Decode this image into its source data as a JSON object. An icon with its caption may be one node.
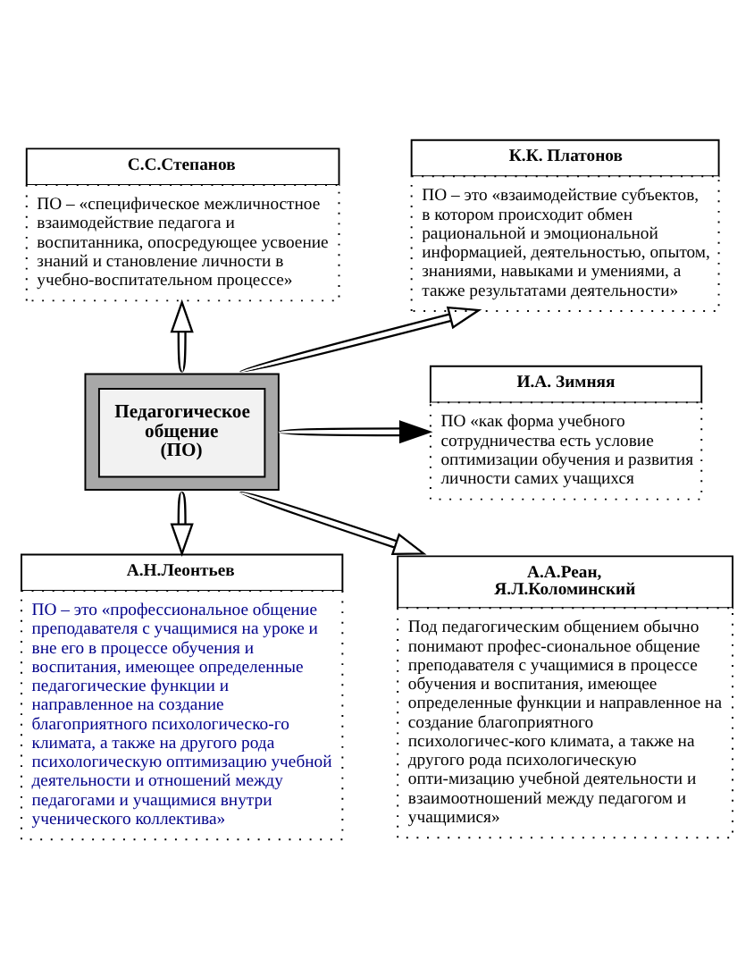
{
  "diagram": {
    "nodes": [
      {
        "text": [
          "С.С.Степанов",
          "ПО – «специфическое межличностное взаимодействие педагога и воспитанника, опосредующее усвоение знаний и становление личности в учебно-воспитательном процессе»"
        ]
      },
      {
        "text": [
          "К.К. Платонов",
          "ПО – это «взаимодействие субъектов, в котором происходит обмен рациональной и эмоциональной информацией, деятельностью, опытом, знаниями, навыками и умениями, а также результатами деятельности»"
        ]
      },
      {
        "text": [
          "Педагогическое общение (ПО)"
        ]
      },
      {
        "text": [
          "И.А. Зимняя",
          "ПО «как форма учебного сотрудничества есть условие оптимизации обучения и развития личности самих учащихся"
        ]
      },
      {
        "text": [
          "А.Н.Леонтьев",
          "ПО – это «профессиональное общение преподавателя с учащимися на уроке и вне его в процессе обучения и воспитания, имеющее определенные педагогические функции и направленное на создание благоприятного психологическо-го климата, а также на другого рода психологическую оптимизацию учебной деятельности и отношений между педагогами и учащимися внутри ученического коллектива»"
        ]
      },
      {
        "text": [
          "А.А.Реан, Я.Л.Коломинский",
          "Под педагогическим общением обычно понимают профес-сиональное общение преподавателя с учащимися в процессе обучения и воспитания, имеющее определенные функции и направленное на создание благоприятного психологичес-кого климата, а также на другого рода психологическую опти-мизацию учебной деятельности и взаимоотношений между педагогом и учащимися»"
        ]
      }
    ],
    "edges": [
      {
        "from": 2,
        "to": 0,
        "arrow": "to"
      },
      {
        "from": 2,
        "to": 1,
        "arrow": "to"
      },
      {
        "from": 2,
        "to": 3,
        "arrow": "to"
      },
      {
        "from": 2,
        "to": 4,
        "arrow": "to"
      },
      {
        "from": 2,
        "to": 5,
        "arrow": "to"
      }
    ]
  }
}
